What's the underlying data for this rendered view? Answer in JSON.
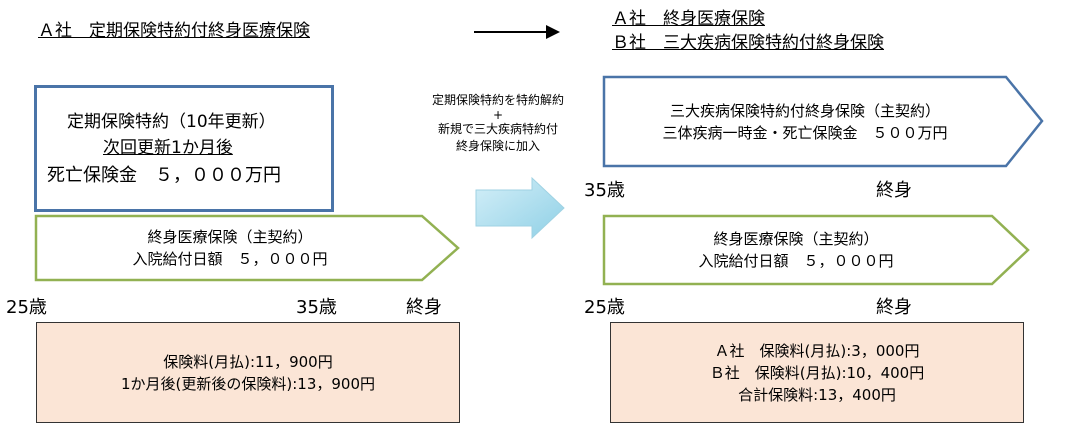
{
  "header": {
    "left_title": "Ａ社　定期保険特約付終身医療保険",
    "right_title_1": "Ａ社　終身医療保険",
    "right_title_2": "Ｂ社　三大疾病保険特約付終身保険"
  },
  "left": {
    "rider_box": {
      "line1": "定期保険特約（10年更新）",
      "line2": "次回更新1か月後",
      "line3": "死亡保険金　５，０００万円"
    },
    "main_arrow": {
      "line1": "終身医療保険（主契約）",
      "line2": "入院給付日額　５，０００円"
    },
    "ages": {
      "start": "25歳",
      "mid": "35歳",
      "end": "終身"
    },
    "premium_box": {
      "line1": "保険料(月払):11，900円",
      "line2": "1か月後(更新後の保険料):13，900円"
    }
  },
  "middle": {
    "line1": "定期保険特約を特約解約",
    "line2": "+",
    "line3": "新規で三大疾病特約付",
    "line4": "終身保険に加入"
  },
  "right": {
    "critical_arrow": {
      "line1": "三大疾病保険特約付終身保険（主契約）",
      "line2": "三体疾病一時金・死亡保険金　５００万円"
    },
    "ages_top": {
      "start": "35歳",
      "end": "終身"
    },
    "main_arrow": {
      "line1": "終身医療保険（主契約）",
      "line2": "入院給付日額　５，０００円"
    },
    "ages_bottom": {
      "start": "25歳",
      "end": "終身"
    },
    "premium_box": {
      "line1": "Ａ社　保険料(月払):3，000円",
      "line2": "Ｂ社　保険料(月払):10，400円",
      "line3": "合計保険料:13，400円"
    }
  },
  "colors": {
    "blue_border": "#4a74a8",
    "green_border": "#92b152",
    "peach_fill": "#fbe5d6",
    "transition_arrow": "#a9dbe9"
  }
}
